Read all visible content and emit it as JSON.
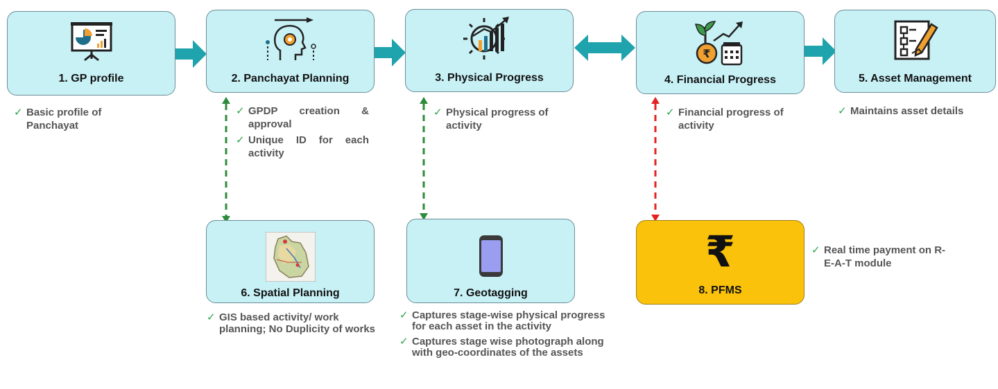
{
  "boxes": {
    "b1": {
      "label": "1. GP profile",
      "desc": [
        "Basic profile of Panchayat"
      ]
    },
    "b2": {
      "label": "2. Panchayat Planning",
      "desc": [
        "GPDP creation & approval",
        "Unique ID for each activity"
      ]
    },
    "b3": {
      "label": "3. Physical Progress",
      "desc": [
        "Physical progress of activity"
      ]
    },
    "b4": {
      "label": "4. Financial Progress",
      "desc": [
        "Financial progress of activity"
      ]
    },
    "b5": {
      "label": "5. Asset Management",
      "desc": [
        "Maintains asset details"
      ]
    },
    "b6": {
      "label": "6. Spatial Planning",
      "desc": [
        "GIS based activity/ work planning; No Duplicity of works"
      ]
    },
    "b7": {
      "label": "7. Geotagging",
      "desc": [
        "Captures stage-wise physical progress for each asset in the activity",
        "Captures stage wise photograph along with geo-coordinates of the assets"
      ]
    },
    "b8": {
      "label": "8. PFMS",
      "desc": [
        "Real time payment on R-E-A-T module"
      ],
      "symbol": "₹"
    }
  },
  "tick": "✓",
  "colors": {
    "box_fill": "#c8f1f6",
    "pfms_fill": "#fbc20b",
    "arrow": "#1fa3ad",
    "green_link": "#2e8b3d",
    "red_link": "#e32222",
    "tick": "#2da34a"
  }
}
